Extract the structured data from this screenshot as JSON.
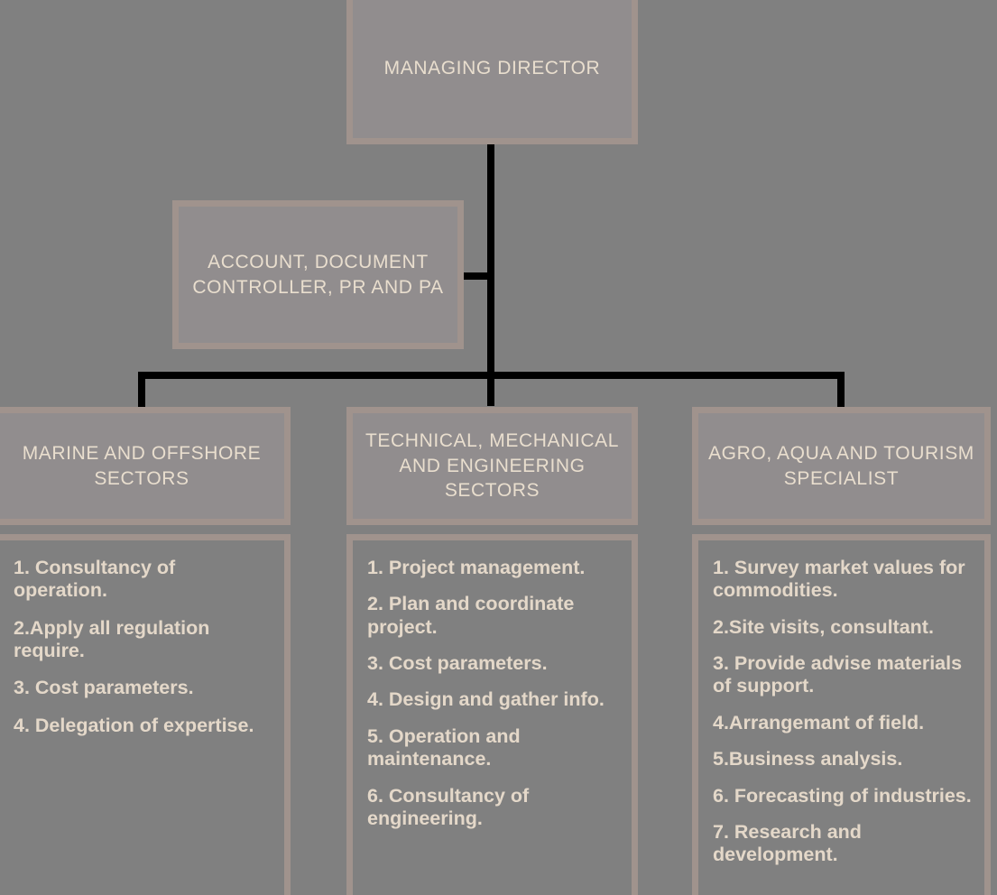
{
  "colors": {
    "background": "#808080",
    "node_fill": "#918d8e",
    "node_border": "#a0938d",
    "title_text": "#e9dece",
    "list_text": "#e4d8c9",
    "connector": "#000000"
  },
  "org_chart": {
    "top": {
      "label": "MANAGING DIRECTOR"
    },
    "support": {
      "label": "ACCOUNT, DOCUMENT\nCONTROLLER, PR AND PA"
    },
    "departments": [
      {
        "header": "MARINE AND OFFSHORE\nSECTORS",
        "duties": [
          "1. Consultancy of operation.",
          "2.Apply all regulation require.",
          "3. Cost parameters.",
          "4. Delegation of expertise."
        ]
      },
      {
        "header": "TECHNICAL, MECHANICAL\nAND ENGINEERING SECTORS",
        "duties": [
          "1. Project management.",
          "2. Plan and coordinate project.",
          "3. Cost parameters.",
          "4. Design and gather info.",
          "5. Operation and maintenance.",
          "6. Consultancy of engineering."
        ]
      },
      {
        "header": "AGRO, AQUA AND TOURISM\nSPECIALIST",
        "duties": [
          "1. Survey market values for commodities.",
          "2.Site visits, consultant.",
          "3. Provide advise materials of support.",
          "4.Arrangemant of field.",
          "5.Business analysis.",
          "6. Forecasting of industries.",
          "7. Research and development."
        ]
      }
    ]
  }
}
